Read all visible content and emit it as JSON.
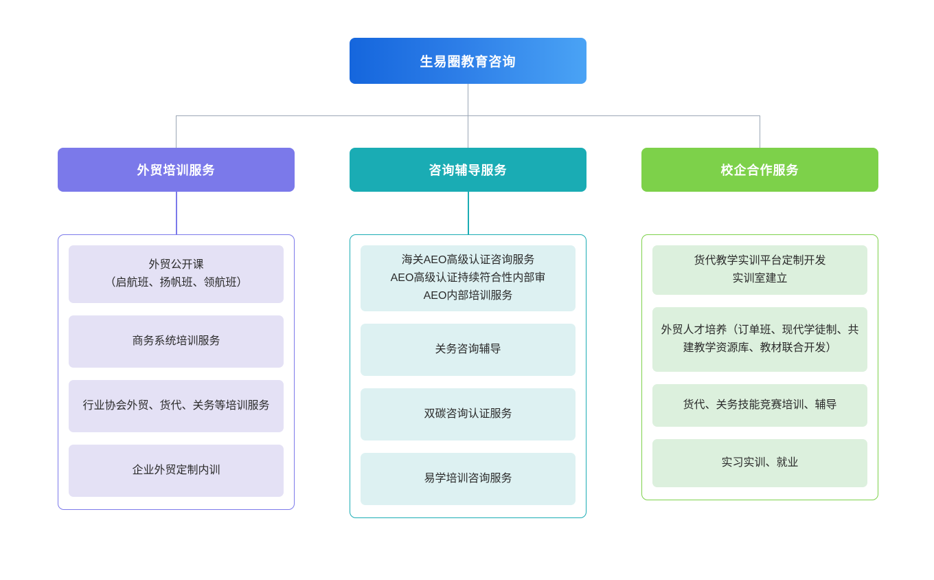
{
  "diagram": {
    "type": "organization-tree",
    "root": {
      "label": "生易圈教育咨询",
      "color": "#2e7fe8"
    },
    "connector_color": "#9aa6b5",
    "branches": [
      {
        "header": "外贸培训服务",
        "accent": "#7b79ea",
        "card_fill": "#e4e1f5",
        "items": [
          "外贸公开课\n（启航班、扬帆班、领航班）",
          "商务系统培训服务",
          "行业协会外贸、货代、关务等培训服务",
          "企业外贸定制内训"
        ]
      },
      {
        "header": "咨询辅导服务",
        "accent": "#1aacb4",
        "card_fill": "#ddf1f2",
        "items": [
          "海关AEO高级认证咨询服务\nAEO高级认证持续符合性内部审\nAEO内部培训服务",
          "关务咨询辅导",
          "双碳咨询认证服务",
          "易学培训咨询服务"
        ]
      },
      {
        "header": "校企合作服务",
        "accent": "#7dd14a",
        "card_fill": "#dcf0dd",
        "items": [
          "货代教学实训平台定制开发\n实训室建立",
          "外贸人才培养（订单班、现代学徒制、共建教学资源库、教材联合开发）",
          "货代、关务技能竞赛培训、辅导",
          "实习实训、就业"
        ]
      }
    ]
  }
}
